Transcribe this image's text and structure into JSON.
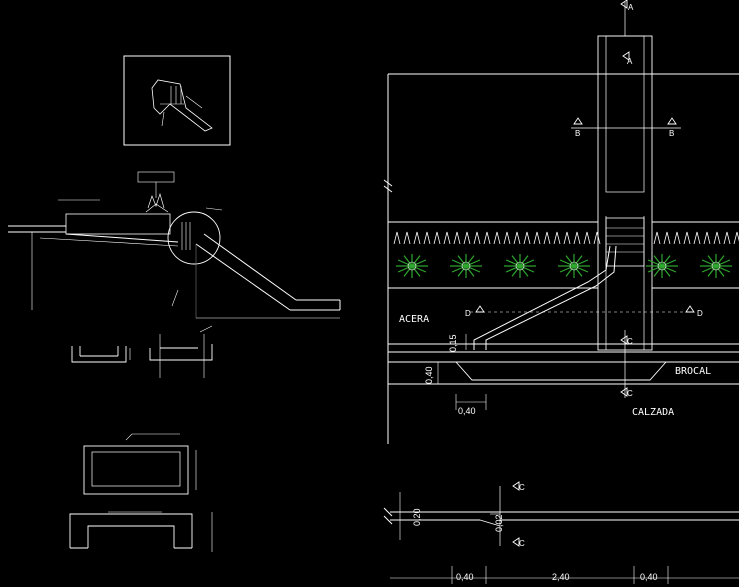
{
  "labels": {
    "sidewalk": "ACERA",
    "curb": "BROCAL",
    "roadway": "CALZADA"
  },
  "dimensions": {
    "d015": "0,15",
    "d040_vertical": "0,40",
    "d040_horizontal": "0,40",
    "d020": "0,20",
    "d002": "0,02",
    "bottom_left": "0,40",
    "bottom_mid": "2,40",
    "bottom_right": "0,40"
  },
  "section_marks": {
    "a": "A",
    "b": "B",
    "c": "C",
    "d": "D"
  },
  "colors": {
    "background": "#000000",
    "lines": "#ffffff",
    "plants": "#2fa82f",
    "slope_guide": "#7a7a7a"
  }
}
